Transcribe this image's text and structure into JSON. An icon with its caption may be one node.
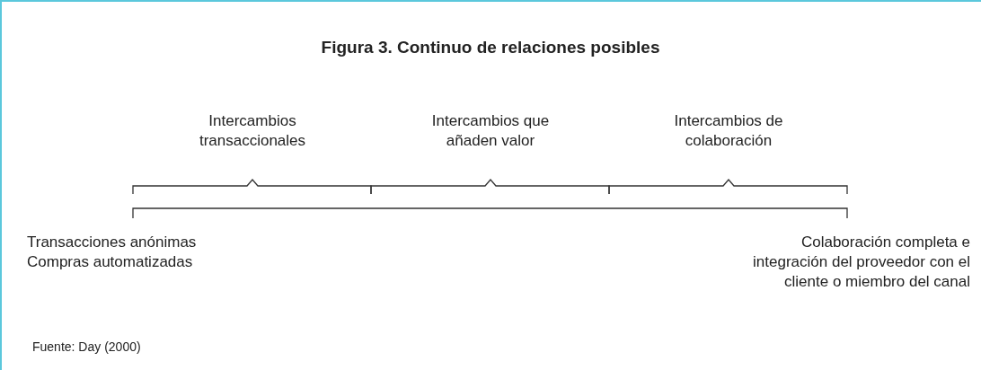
{
  "diagram": {
    "title": "Figura 3. Continuo de relaciones posibles",
    "caption": "Fuente: Day (2000)",
    "labels": [
      "Intercambios transaccionales",
      "Intercambios que añaden valor",
      "Intercambios de colaboración",
      "Transacciones anónimas",
      "Compras automatizadas",
      "Colaboración completa e integración del proveedor con el cliente o miembro del canal"
    ]
  }
}
